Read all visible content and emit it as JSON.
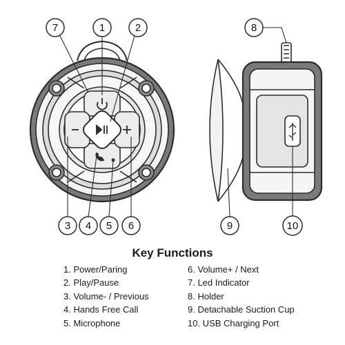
{
  "callouts": [
    "1",
    "2",
    "3",
    "4",
    "5",
    "6",
    "7",
    "8",
    "9",
    "10"
  ],
  "key_functions": {
    "title": "Key Functions",
    "left": [
      "1. Power/Paring",
      "2. Play/Pause",
      "3. Volume- / Previous",
      "4. Hands Free Call",
      "5. Microphone"
    ],
    "right": [
      "6. Volume+ / Next",
      "7. Led Indicator",
      "8. Holder",
      "9. Detachable Suction Cup",
      "10. USB Charging Port"
    ]
  },
  "colors": {
    "stroke": "#2b2b2b",
    "body": "#6b6b6b",
    "background": "#ffffff"
  }
}
